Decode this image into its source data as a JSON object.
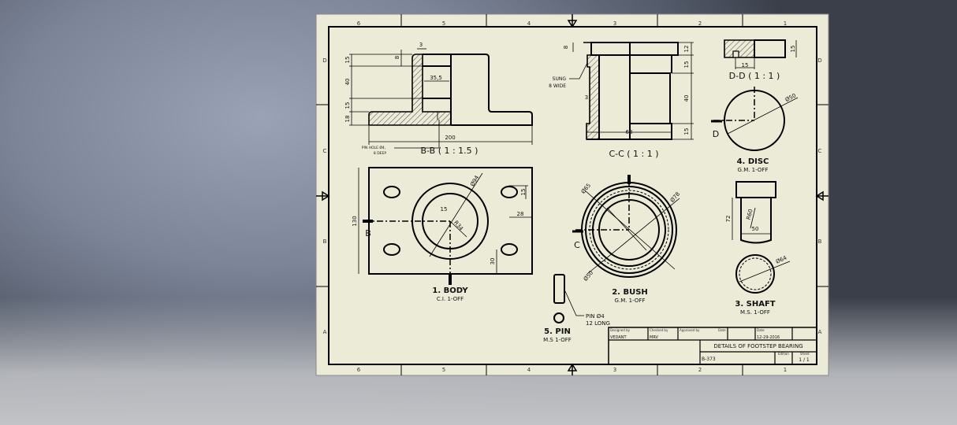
{
  "sheet": {
    "zones_horizontal": [
      "6",
      "5",
      "4",
      "3",
      "2",
      "1"
    ],
    "zones_vertical": [
      "D",
      "C",
      "B",
      "A"
    ],
    "background_color": "#ecebd8"
  },
  "views": {
    "section_bb": {
      "label": "B-B ( 1 : 1.5 )",
      "dims": [
        "3",
        "8",
        "15",
        "40",
        "15",
        "18",
        "35,5",
        "200"
      ],
      "note": [
        "PIN HOLE Ø4,",
        "8 DEEP"
      ]
    },
    "section_cc": {
      "label": "C-C ( 1 : 1 )",
      "dims": [
        "8",
        "12",
        "15",
        "40",
        "15",
        "68",
        "3"
      ],
      "note": [
        "SUNG",
        "8 WIDE"
      ]
    },
    "section_dd": {
      "label": "D-D ( 1 : 1 )",
      "dims": [
        "15",
        "15"
      ]
    },
    "body": {
      "title": "1. BODY",
      "material": "C.I. 1-OFF",
      "dims": [
        "130",
        "Ø94",
        "15",
        "R34",
        "15",
        "28",
        "30"
      ],
      "section_mark": "B"
    },
    "bush": {
      "title": "2. BUSH",
      "material": "G.M. 1-OFF",
      "dims": [
        "Ø65",
        "Ø78",
        "Ø50"
      ],
      "section_mark": "C"
    },
    "disc": {
      "title": "4. DISC",
      "material": "G.M. 1-OFF",
      "dims": [
        "Ø50"
      ],
      "section_mark": "D"
    },
    "shaft": {
      "title": "3. SHAFT",
      "material": "M.S. 1-OFF",
      "dims": [
        "72",
        "R60",
        "50",
        "Ø64"
      ]
    },
    "pin": {
      "title": "5. PIN",
      "material": "M.S 1-OFF",
      "note": [
        "PIN Ø4",
        "12 LONG"
      ]
    }
  },
  "title_block": {
    "headers": [
      "Designed by",
      "Checked by",
      "Approved by",
      "Date",
      "Date"
    ],
    "designed_by": "VEDANT",
    "checked_by": "MRV",
    "date": "12-29-2016",
    "title": "DETAILS OF FOOTSTEP BEARING",
    "drawing_number": "B-373",
    "edition_label": "Edition",
    "sheet_label": "Sheet",
    "sheet": "1 / 1"
  }
}
